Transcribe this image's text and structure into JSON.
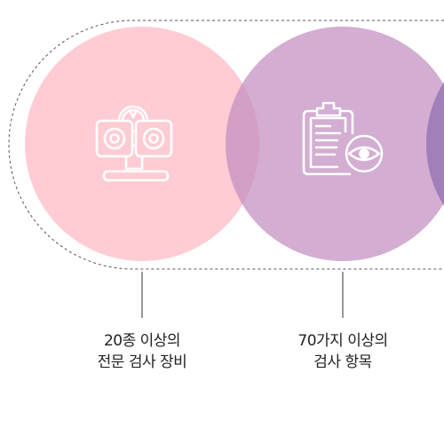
{
  "features": [
    {
      "line1": "20종 이상의",
      "line2": "전문 검사 장비",
      "icon": "eye-exam-machine-icon",
      "color": "#ffccd4"
    },
    {
      "line1": "70가지 이상의",
      "line2": "검사 항목",
      "icon": "clipboard-eye-icon",
      "color": "#c28ec0"
    },
    {
      "color": "#a27ebd"
    }
  ]
}
